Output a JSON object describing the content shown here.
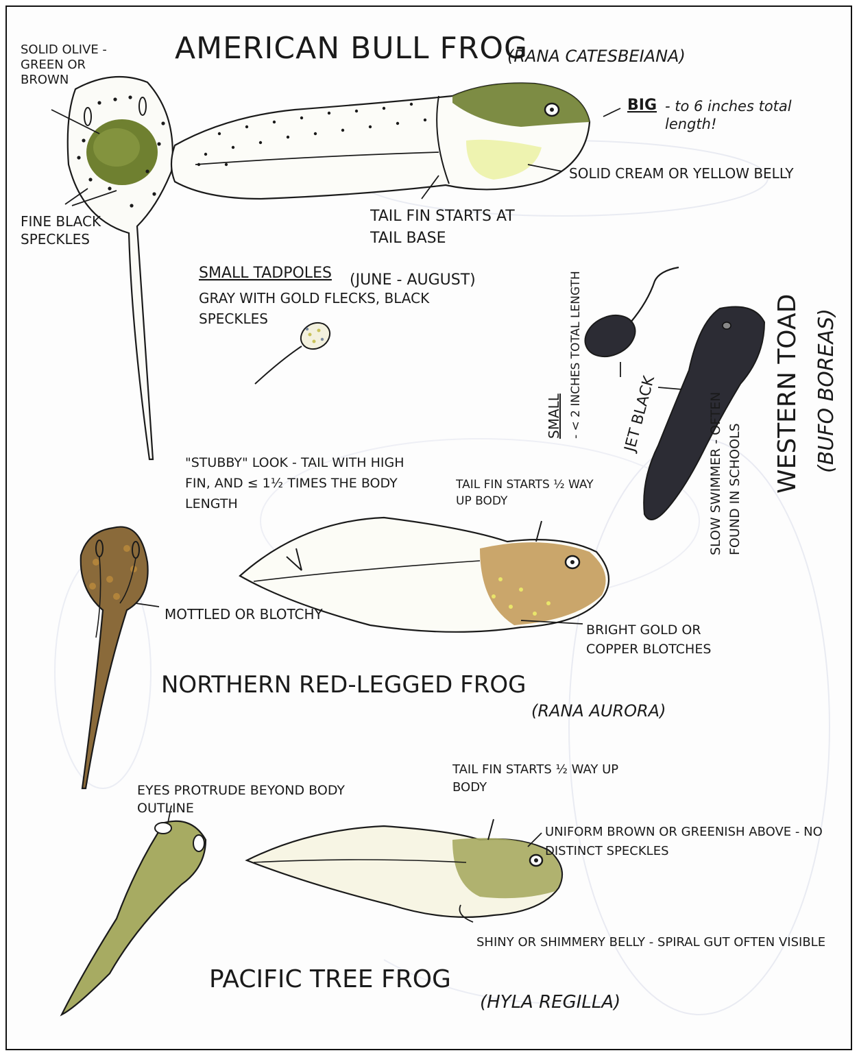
{
  "colors": {
    "ink": "#1a1a1a",
    "olive": "#6f8030",
    "olive_light": "#9aab55",
    "cream": "#eef3b0",
    "mottled_brown": "#8a6a3a",
    "copper": "#b9893c",
    "gold": "#e9e56a",
    "tree_green": "#a7ab62",
    "toad_black": "#2c2c34"
  },
  "bullfrog": {
    "title": "AMERICAN BULL FROG",
    "sci": "(RANA CATESBEIANA)",
    "head_color": "SOLID OLIVE - GREEN OR BROWN",
    "speckles": "FINE BLACK SPECKLES",
    "big": "BIG",
    "size": "- to 6 inches total length!",
    "belly": "SOLID CREAM OR YELLOW BELLY",
    "tail_fin": "TAIL FIN STARTS AT TAIL BASE",
    "small_tadpoles": "SMALL TADPOLES",
    "small_dates": "(JUNE - AUGUST)",
    "small_desc": "GRAY WITH GOLD FLECKS, BLACK SPECKLES"
  },
  "toad": {
    "title": "WESTERN TOAD",
    "sci": "(BUFO BOREAS)",
    "small": "SMALL",
    "size": "- < 2 INCHES TOTAL LENGTH",
    "color": "JET BLACK",
    "behavior": "SLOW SWIMMER - OFTEN FOUND IN SCHOOLS"
  },
  "redleg": {
    "stubby": "\"STUBBY\" LOOK - TAIL WITH HIGH FIN, AND ≤ 1½ TIMES THE BODY LENGTH",
    "tail_fin": "TAIL FIN STARTS ½ WAY UP BODY",
    "mottled": "MOTTLED OR BLOTCHY",
    "blotches": "BRIGHT GOLD OR COPPER BLOTCHES",
    "title": "NORTHERN RED-LEGGED FROG",
    "sci": "(RANA AURORA)"
  },
  "treefrog": {
    "eyes": "EYES PROTRUDE BEYOND BODY OUTLINE",
    "tail_fin": "TAIL FIN STARTS ½ WAY UP BODY",
    "uniform": "UNIFORM BROWN OR GREENISH ABOVE - NO DISTINCT SPECKLES",
    "belly": "SHINY OR SHIMMERY BELLY - SPIRAL GUT OFTEN VISIBLE",
    "title": "PACIFIC TREE FROG",
    "sci": "(HYLA REGILLA)"
  }
}
